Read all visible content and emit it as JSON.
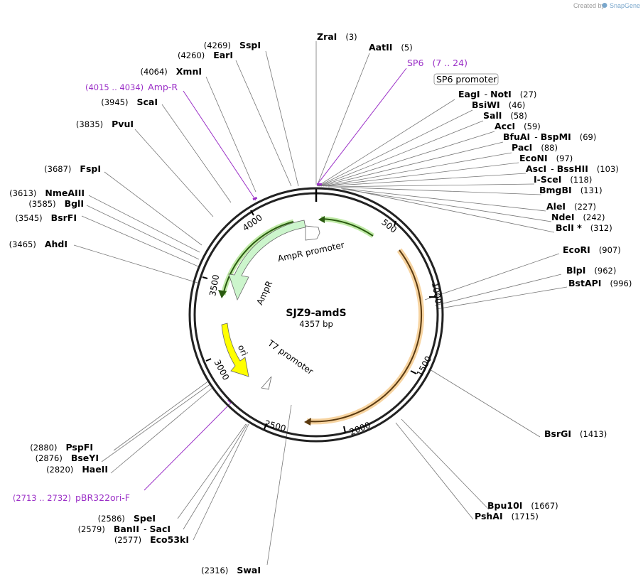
{
  "credit": {
    "prefix": "Created by",
    "brand": "SnapGene"
  },
  "plasmid": {
    "name": "SJZ9-amdS",
    "length": "4357 bp"
  },
  "ticks": [
    "500",
    "1000",
    "1500",
    "2000",
    "2500",
    "3000",
    "3500",
    "4000"
  ],
  "enzymes": [
    {
      "name": "ZraI",
      "pos": "(3)"
    },
    {
      "name": "AatII",
      "pos": "(5)"
    },
    {
      "name": "EagI",
      "dash": "NotI",
      "pos": "(27)"
    },
    {
      "name": "BsiWI",
      "pos": "(46)"
    },
    {
      "name": "SalI",
      "pos": "(58)"
    },
    {
      "name": "AccI",
      "pos": "(59)"
    },
    {
      "name": "BfuAI",
      "dash": "BspMI",
      "pos": "(69)"
    },
    {
      "name": "PacI",
      "pos": "(88)"
    },
    {
      "name": "EcoNI",
      "pos": "(97)"
    },
    {
      "name": "AscI",
      "dash": "BssHII",
      "pos": "(103)"
    },
    {
      "name": "I-SceI",
      "pos": "(118)"
    },
    {
      "name": "BmgBI",
      "pos": "(131)"
    },
    {
      "name": "AleI",
      "pos": "(227)"
    },
    {
      "name": "NdeI",
      "pos": "(242)"
    },
    {
      "name": "BclI *",
      "pos": "(312)"
    },
    {
      "name": "EcoRI",
      "pos": "(907)"
    },
    {
      "name": "BlpI",
      "pos": "(962)"
    },
    {
      "name": "BstAPI",
      "pos": "(996)"
    },
    {
      "name": "BsrGI",
      "pos": "(1413)"
    },
    {
      "name": "Bpu10I",
      "pos": "(1667)"
    },
    {
      "name": "PshAI",
      "pos": "(1715)"
    },
    {
      "name": "SwaI",
      "pos": "(2316)"
    },
    {
      "name": "Eco53kI",
      "pos": "(2577)"
    },
    {
      "name": "BanII",
      "dash": "SacI",
      "pos": "(2579)"
    },
    {
      "name": "SpeI",
      "pos": "(2586)"
    },
    {
      "name": "HaeII",
      "pos": "(2820)"
    },
    {
      "name": "BseYI",
      "pos": "(2876)"
    },
    {
      "name": "PspFI",
      "pos": "(2880)"
    },
    {
      "name": "AhdI",
      "pos": "(3465)"
    },
    {
      "name": "BsrFI",
      "pos": "(3545)"
    },
    {
      "name": "BglI",
      "pos": "(3585)"
    },
    {
      "name": "NmeAIII",
      "pos": "(3613)"
    },
    {
      "name": "FspI",
      "pos": "(3687)"
    },
    {
      "name": "PvuI",
      "pos": "(3835)"
    },
    {
      "name": "ScaI",
      "pos": "(3945)"
    },
    {
      "name": "XmnI",
      "pos": "(4064)"
    },
    {
      "name": "EarI",
      "pos": "(4260)"
    },
    {
      "name": "SspI",
      "pos": "(4269)"
    }
  ],
  "primers": [
    {
      "name": "SP6",
      "pos": "(7 .. 24)"
    },
    {
      "name": "Amp-R",
      "pos": "(4015 .. 4034)"
    },
    {
      "name": "pBR322ori-F",
      "pos": "(2713 .. 2732)"
    }
  ],
  "features": {
    "sp6_promoter": "SP6 promoter",
    "ampr_promoter": "AmpR promoter",
    "ampr": "AmpR",
    "ori": "ori",
    "t7_promoter": "T7 promoter"
  },
  "colors": {
    "primer": "#9b30c7",
    "ampr_fill": "#ccf5cc",
    "ori_fill": "#ffff00",
    "orange_arc": "#e69a2e",
    "green_arc": "#5cb82e"
  }
}
